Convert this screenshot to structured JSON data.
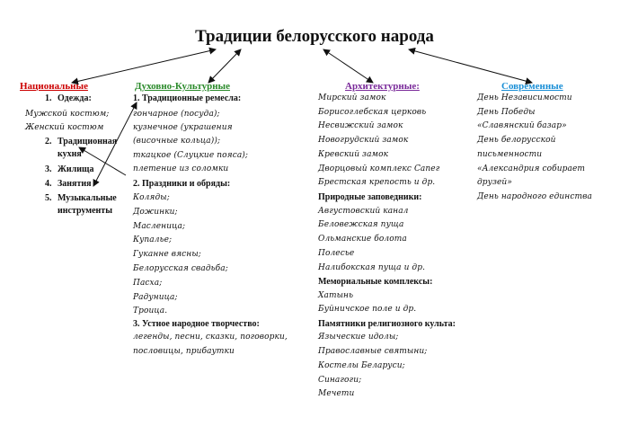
{
  "title": "Традиции белорусского народа",
  "colors": {
    "national": "#cc0000",
    "spiritual": "#2a8a2a",
    "architectural": "#7a2a9a",
    "modern": "#1a8fd6"
  },
  "national": {
    "heading": "Национальные",
    "item1_num": "1.",
    "item1_label": "Одежда:",
    "item1_line1": "Мужской костюм;",
    "item1_line2": "Женский костюм",
    "item2_num": "2.",
    "item2_line1": "Традиционная",
    "item2_line2": "кухня",
    "item3_num": "3.",
    "item3_label": "Жилища",
    "item4_num": "4.",
    "item4_label": "Занятия",
    "item5_num": "5.",
    "item5_line1": "Музыкальные",
    "item5_line2": "инструменты"
  },
  "spiritual": {
    "heading": "Духовно-Культурные",
    "sec1": "1. Традиционные ремесла:",
    "crafts": [
      "гончарное (посуда);",
      "кузнечное (украшения",
      "(височные кольца));",
      "ткацкое (Слуцкие пояса);",
      "плетение из соломки"
    ],
    "sec2": "2. Праздники и обряды:",
    "holidays": [
      "Коляды;",
      "Дожинки;",
      "Масленица;",
      "Купалье;",
      "Гуканне вясны;",
      "Белорусская свадьба;",
      "Пасха;",
      "Радуница;",
      "Троица."
    ],
    "sec3": "3. Устное народное творчество:",
    "folklore": [
      "легенды, песни, сказки, поговорки,",
      "пословицы, прибаутки"
    ]
  },
  "architectural": {
    "heading": "Архитектурные:",
    "buildings": [
      "Мирский замок",
      "Борисоглебская церковь",
      "Несвижский замок",
      "Новогрудский замок",
      "Кревский замок",
      "Дворцовый комплекс Сапег",
      "Брестская крепость и др."
    ],
    "reserves_title": "Природные заповедники:",
    "reserves": [
      "Августовский канал",
      "Беловежская пуща",
      "Ольманские болота",
      "Полесье",
      "Налибокская пуща и др."
    ],
    "memorials_title": "Мемориальные комплексы:",
    "memorials": [
      "Хатынь",
      "Буйничское поле и др."
    ],
    "religious_title": "Памятники религиозного культа:",
    "religious": [
      "Языческие идолы;",
      "Православные святыни;",
      "Костелы Беларуси;",
      "Синагоги;",
      "Мечети"
    ]
  },
  "modern": {
    "heading": "Современные",
    "items": [
      "День Независимости",
      "День Победы",
      "«Славянский базар»",
      "День белорусской",
      "письменности",
      "«Александрия собирает",
      "друзей»",
      "День народного единства"
    ]
  }
}
